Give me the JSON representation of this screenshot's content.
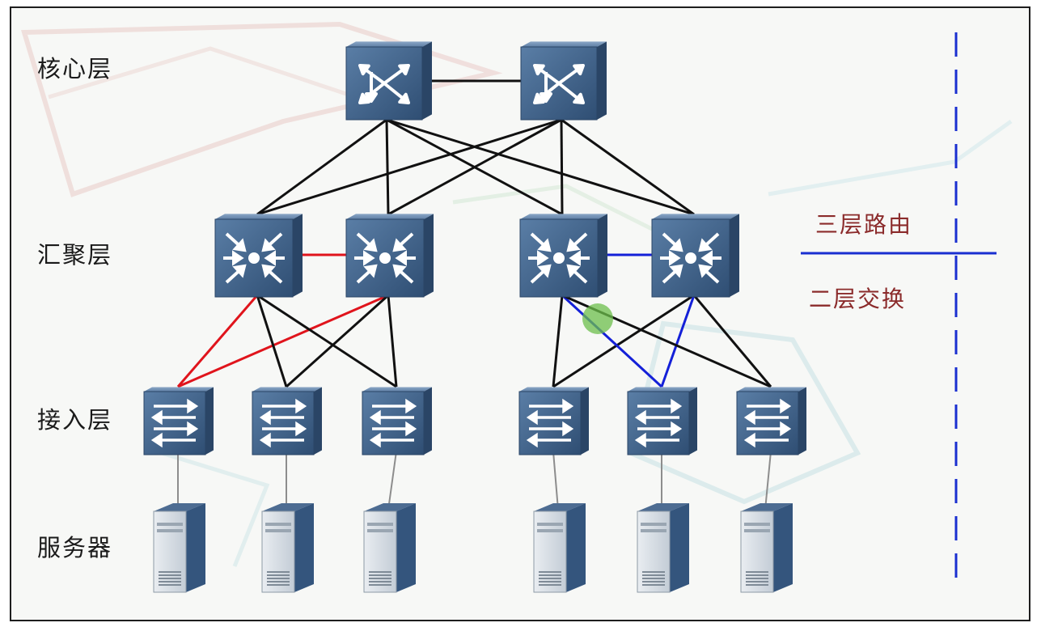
{
  "layers": {
    "core": "核心层",
    "aggregation": "汇聚层",
    "access": "接入层",
    "server": "服务器"
  },
  "side": {
    "l3": "三层路由",
    "l2": "二层交换"
  },
  "colors": {
    "device": "#3d5f86",
    "link": "#111111",
    "red_link": "#e0141c",
    "blue_link": "#1420d8",
    "divider": "#1a2fd0",
    "highlight": "#6cbf4b"
  },
  "devices": {
    "core": [
      "core-router-1",
      "core-router-2"
    ],
    "aggregation": [
      "agg-switch-1",
      "agg-switch-2",
      "agg-switch-3",
      "agg-switch-4"
    ],
    "access": [
      "access-switch-1",
      "access-switch-2",
      "access-switch-3",
      "access-switch-4",
      "access-switch-5",
      "access-switch-6"
    ],
    "servers": [
      "server-1",
      "server-2",
      "server-3",
      "server-4",
      "server-5",
      "server-6"
    ]
  },
  "links": [
    {
      "from": "core-router-1",
      "to": "core-router-2",
      "color": "black"
    },
    {
      "from": "core-router-1",
      "to": "agg-switch-1",
      "color": "black"
    },
    {
      "from": "core-router-1",
      "to": "agg-switch-2",
      "color": "black"
    },
    {
      "from": "core-router-1",
      "to": "agg-switch-3",
      "color": "black"
    },
    {
      "from": "core-router-1",
      "to": "agg-switch-4",
      "color": "black"
    },
    {
      "from": "core-router-2",
      "to": "agg-switch-1",
      "color": "black"
    },
    {
      "from": "core-router-2",
      "to": "agg-switch-2",
      "color": "black"
    },
    {
      "from": "core-router-2",
      "to": "agg-switch-3",
      "color": "black"
    },
    {
      "from": "core-router-2",
      "to": "agg-switch-4",
      "color": "black"
    },
    {
      "from": "agg-switch-1",
      "to": "agg-switch-2",
      "color": "red"
    },
    {
      "from": "agg-switch-3",
      "to": "agg-switch-4",
      "color": "blue"
    },
    {
      "from": "agg-switch-1",
      "to": "access-switch-1",
      "color": "red"
    },
    {
      "from": "agg-switch-2",
      "to": "access-switch-1",
      "color": "red"
    },
    {
      "from": "agg-switch-1",
      "to": "access-switch-2",
      "color": "black"
    },
    {
      "from": "agg-switch-2",
      "to": "access-switch-2",
      "color": "black"
    },
    {
      "from": "agg-switch-1",
      "to": "access-switch-3",
      "color": "black"
    },
    {
      "from": "agg-switch-2",
      "to": "access-switch-3",
      "color": "black"
    },
    {
      "from": "agg-switch-3",
      "to": "access-switch-4",
      "color": "black"
    },
    {
      "from": "agg-switch-4",
      "to": "access-switch-4",
      "color": "black"
    },
    {
      "from": "agg-switch-3",
      "to": "access-switch-5",
      "color": "blue"
    },
    {
      "from": "agg-switch-4",
      "to": "access-switch-5",
      "color": "blue"
    },
    {
      "from": "agg-switch-3",
      "to": "access-switch-6",
      "color": "black"
    },
    {
      "from": "agg-switch-4",
      "to": "access-switch-6",
      "color": "black"
    },
    {
      "from": "access-switch-1",
      "to": "server-1",
      "color": "gray"
    },
    {
      "from": "access-switch-2",
      "to": "server-2",
      "color": "gray"
    },
    {
      "from": "access-switch-3",
      "to": "server-3",
      "color": "gray"
    },
    {
      "from": "access-switch-4",
      "to": "server-4",
      "color": "gray"
    },
    {
      "from": "access-switch-5",
      "to": "server-5",
      "color": "gray"
    },
    {
      "from": "access-switch-6",
      "to": "server-6",
      "color": "gray"
    }
  ]
}
